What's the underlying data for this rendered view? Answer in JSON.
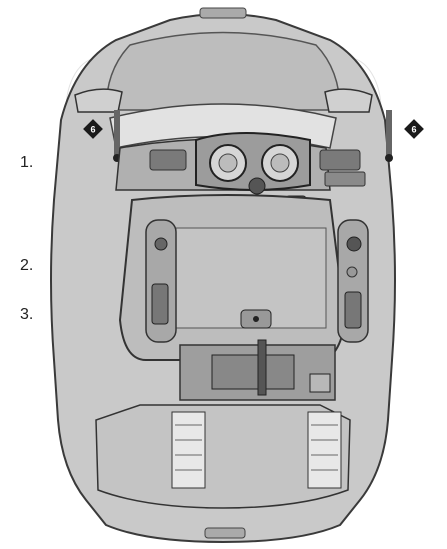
{
  "steps": [
    "1.",
    "2.",
    "3."
  ],
  "callouts": [
    "6",
    "6"
  ],
  "colors": {
    "body": "#c9c9c9",
    "body_dark": "#a9a9a9",
    "outline": "#3a3a3a",
    "interior": "#bdbdbd",
    "callout": "#1a1a1a"
  }
}
